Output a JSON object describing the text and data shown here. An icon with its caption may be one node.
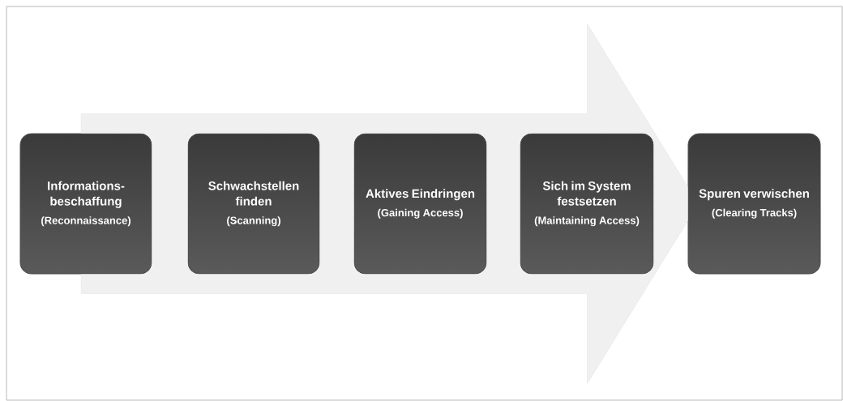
{
  "diagram": {
    "nodes": [
      {
        "text": [
          "Informations-beschaffung",
          "(Reconnaissance)"
        ]
      },
      {
        "text": [
          "Schwachstellen finden",
          "(Scanning)"
        ]
      },
      {
        "text": [
          "Aktives Eindringen",
          "(Gaining Access)"
        ]
      },
      {
        "text": [
          "Sich im System festsetzen",
          "(Maintaining Access)"
        ]
      },
      {
        "text": [
          "Spuren verwischen",
          "(Clearing Tracks)"
        ]
      }
    ],
    "edges": [
      {
        "from": 0,
        "to": 4,
        "arrow": "to"
      }
    ]
  }
}
